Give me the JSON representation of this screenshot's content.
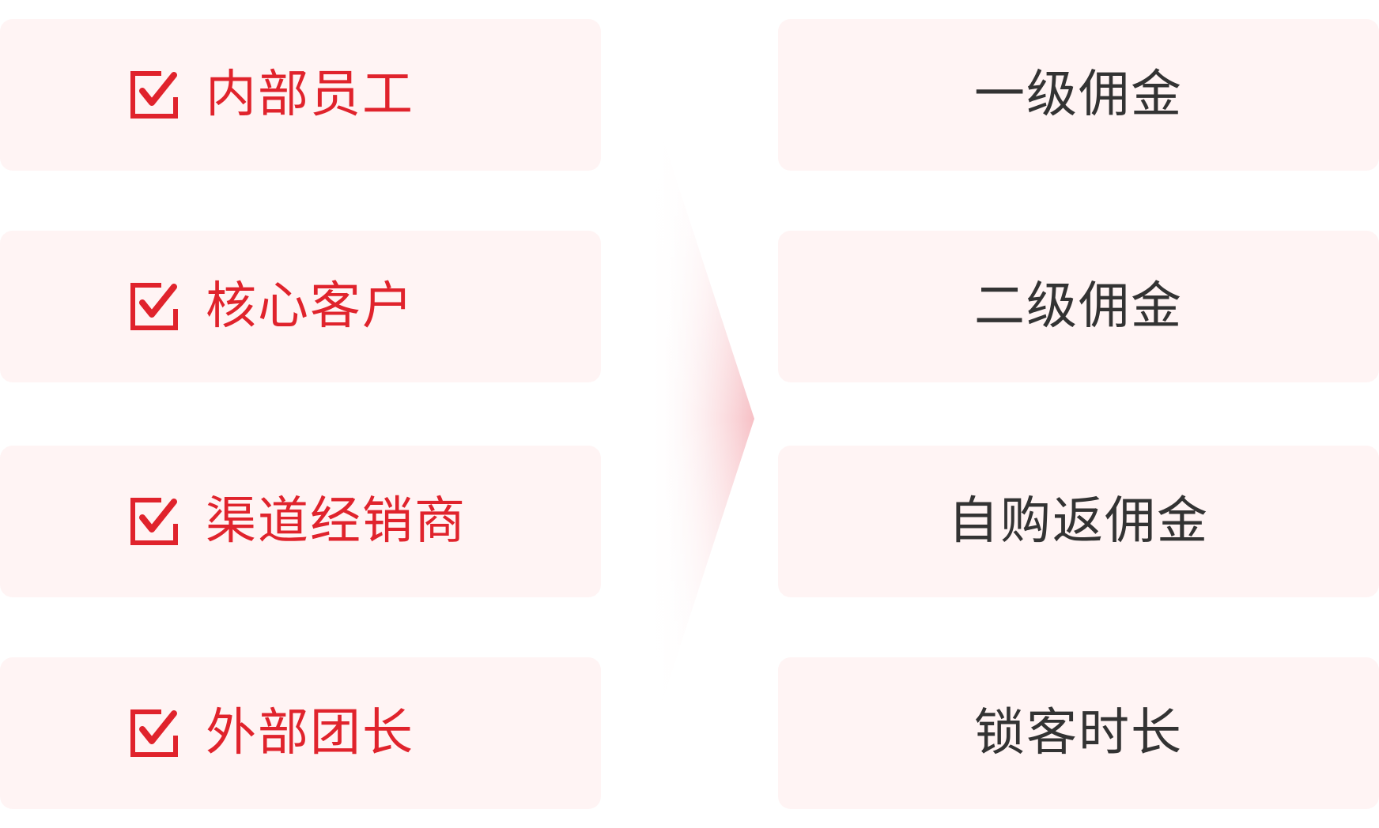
{
  "left_items": [
    {
      "label": "内部员工",
      "icon": "checkbox-checked-icon"
    },
    {
      "label": "核心客户",
      "icon": "checkbox-checked-icon"
    },
    {
      "label": "渠道经销商",
      "icon": "checkbox-checked-icon"
    },
    {
      "label": "外部团长",
      "icon": "checkbox-checked-icon"
    }
  ],
  "right_items": [
    {
      "label": "一级佣金"
    },
    {
      "label": "二级佣金"
    },
    {
      "label": "自购返佣金"
    },
    {
      "label": "锁客时长"
    }
  ],
  "colors": {
    "accent": "#e0232c",
    "card_background": "#fff4f4",
    "right_text": "#333333",
    "arrow_tint": "#f6b8be"
  },
  "arrow_icon": "chevron-right-icon"
}
